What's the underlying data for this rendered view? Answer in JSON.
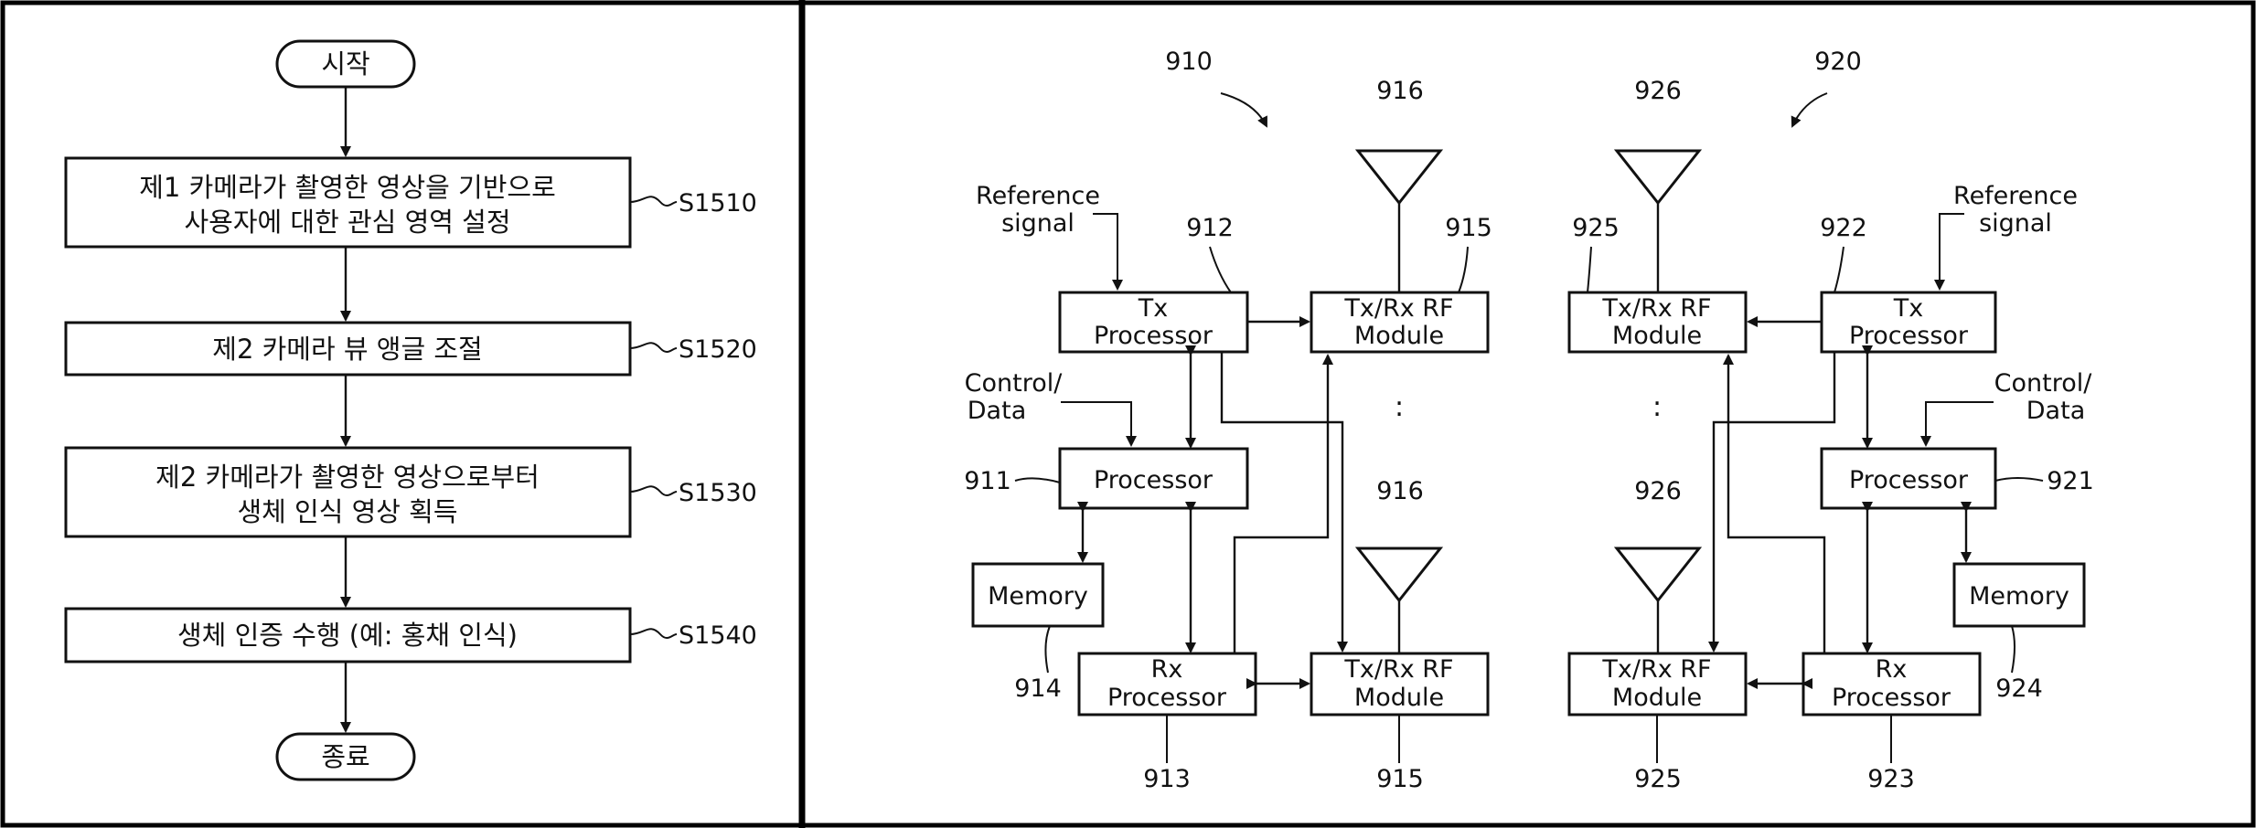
{
  "flowchart": {
    "start": "시작",
    "end": "종료",
    "steps": [
      {
        "lines": [
          "제1 카메라가 촬영한 영상을 기반으로",
          "사용자에 대한 관심 영역 설정"
        ],
        "label": "S1510"
      },
      {
        "lines": [
          "제2 카메라 뷰 앵글 조절"
        ],
        "label": "S1520"
      },
      {
        "lines": [
          "제2 카메라가 촬영한 영상으로부터",
          "생체 인식 영상 획득"
        ],
        "label": "S1530"
      },
      {
        "lines": [
          "생체 인증 수행 (예: 홍채 인식)"
        ],
        "label": "S1540"
      }
    ]
  },
  "block_diagram": {
    "left_device": {
      "id": "910",
      "tx_processor": [
        "Tx",
        "Processor"
      ],
      "tx_processor_id": "912",
      "rx_processor": [
        "Rx",
        "Processor"
      ],
      "rx_processor_id": "913",
      "processor": "Processor",
      "processor_id": "911",
      "memory": "Memory",
      "memory_id": "914",
      "rf_module": [
        "Tx/Rx RF",
        "Module"
      ],
      "rf_module_id": "915",
      "antenna_id": "916",
      "reference_signal": [
        "Reference",
        "signal"
      ],
      "control_data": [
        "Control/",
        "Data"
      ]
    },
    "right_device": {
      "id": "920",
      "tx_processor": [
        "Tx",
        "Processor"
      ],
      "tx_processor_id": "922",
      "rx_processor": [
        "Rx",
        "Processor"
      ],
      "rx_processor_id": "923",
      "processor": "Processor",
      "processor_id": "921",
      "memory": "Memory",
      "memory_id": "924",
      "rf_module": [
        "Tx/Rx RF",
        "Module"
      ],
      "rf_module_id": "925",
      "antenna_id": "926",
      "reference_signal": [
        "Reference",
        "signal"
      ],
      "control_data": [
        "Control/",
        "Data"
      ]
    },
    "ellipsis": ":"
  }
}
